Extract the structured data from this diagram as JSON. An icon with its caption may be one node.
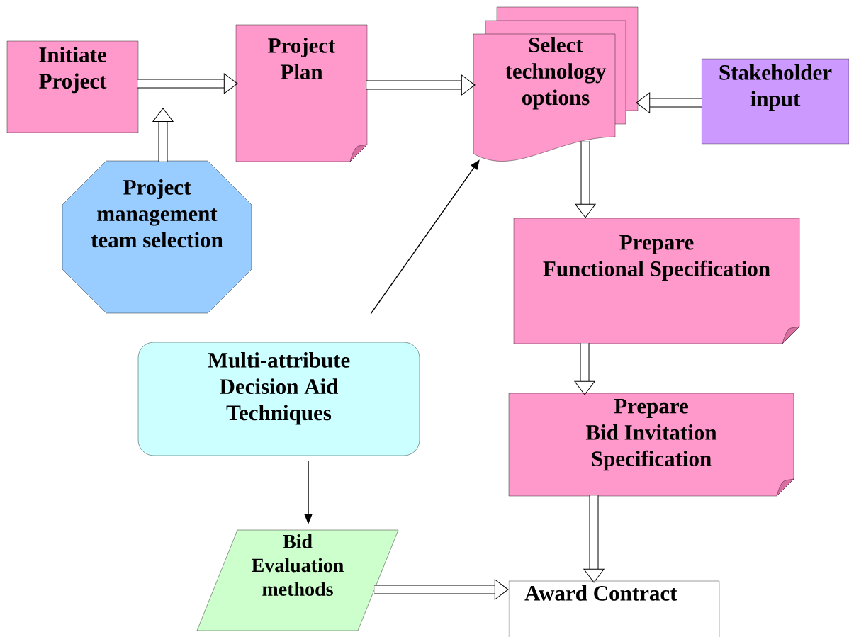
{
  "diagram": {
    "nodes": [
      {
        "text": [
          "Initiate Project"
        ]
      },
      {
        "text": [
          "Project Plan"
        ]
      },
      {
        "text": [
          "Select technology options"
        ]
      },
      {
        "text": [
          "Stakeholder input"
        ]
      },
      {
        "text": [
          "Project management team selection"
        ]
      },
      {
        "text": [
          "Prepare",
          "Functional Specification"
        ]
      },
      {
        "text": [
          "Multi-attribute Decision Aid Techniques"
        ]
      },
      {
        "text": [
          "Prepare",
          "Bid Invitation Specification"
        ]
      },
      {
        "text": [
          "Bid Evaluation methods"
        ]
      },
      {
        "text": [
          "Award Contract"
        ]
      }
    ],
    "edges": [
      {
        "from": 4,
        "to": null,
        "arrow": "to"
      },
      {
        "from": 0,
        "to": 1,
        "arrow": "to"
      },
      {
        "from": 1,
        "to": 2,
        "arrow": "to"
      },
      {
        "from": 3,
        "to": 2,
        "arrow": "to"
      },
      {
        "from": 2,
        "to": 5,
        "arrow": "to"
      },
      {
        "from": 5,
        "to": 7,
        "arrow": "to"
      },
      {
        "from": 7,
        "to": 9,
        "arrow": "to"
      },
      {
        "from": 6,
        "to": 2,
        "arrow": "to"
      },
      {
        "from": 6,
        "to": 8,
        "arrow": "to"
      },
      {
        "from": 8,
        "to": 9,
        "arrow": "to"
      }
    ]
  }
}
